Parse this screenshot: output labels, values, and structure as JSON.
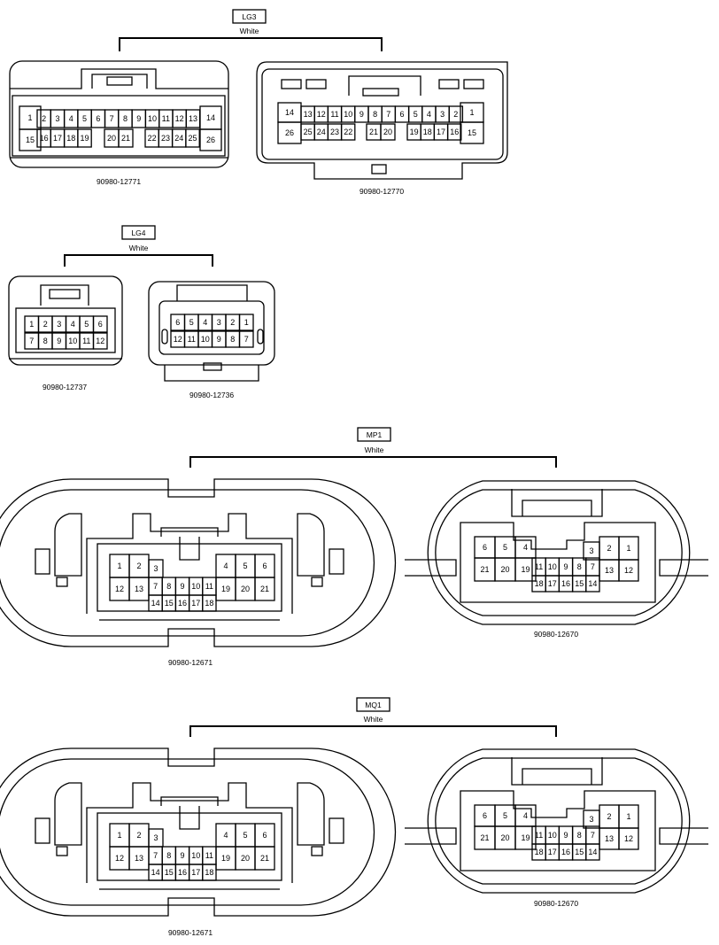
{
  "groups": [
    {
      "id": "LG3",
      "color": "White",
      "connectors": [
        {
          "part": "90980-12771",
          "rows": [
            [
              "1",
              "2",
              "3",
              "4",
              "5",
              "6",
              "7",
              "8",
              "9",
              "10",
              "11",
              "12",
              "13",
              "14"
            ],
            [
              "15",
              "16",
              "17",
              "18",
              "19",
              "20",
              "21",
              "22",
              "23",
              "24",
              "25",
              "26"
            ]
          ]
        },
        {
          "part": "90980-12770",
          "rows": [
            [
              "14",
              "13",
              "12",
              "11",
              "10",
              "9",
              "8",
              "7",
              "6",
              "5",
              "4",
              "3",
              "2",
              "1"
            ],
            [
              "26",
              "25",
              "24",
              "23",
              "22",
              "21",
              "20",
              "19",
              "18",
              "17",
              "16",
              "15"
            ]
          ]
        }
      ]
    },
    {
      "id": "LG4",
      "color": "White",
      "connectors": [
        {
          "part": "90980-12737",
          "rows": [
            [
              "1",
              "2",
              "3",
              "4",
              "5",
              "6"
            ],
            [
              "7",
              "8",
              "9",
              "10",
              "11",
              "12"
            ]
          ]
        },
        {
          "part": "90980-12736",
          "rows": [
            [
              "6",
              "5",
              "4",
              "3",
              "2",
              "1"
            ],
            [
              "12",
              "11",
              "10",
              "9",
              "8",
              "7"
            ]
          ]
        }
      ]
    },
    {
      "id": "MP1",
      "color": "White",
      "connectors": [
        {
          "part": "90980-12671",
          "rows": [
            [
              "1",
              "2",
              "3",
              "4",
              "5",
              "6"
            ],
            [
              "12",
              "13",
              "7",
              "8",
              "9",
              "10",
              "11",
              "19",
              "20",
              "21"
            ],
            [
              "14",
              "15",
              "16",
              "17",
              "18"
            ]
          ]
        },
        {
          "part": "90980-12670",
          "rows": [
            [
              "6",
              "5",
              "4",
              "3",
              "2",
              "1"
            ],
            [
              "21",
              "20",
              "19",
              "11",
              "10",
              "9",
              "8",
              "7",
              "13",
              "12"
            ],
            [
              "18",
              "17",
              "16",
              "15",
              "14"
            ]
          ]
        }
      ]
    },
    {
      "id": "MQ1",
      "color": "White",
      "connectors": [
        {
          "part": "90980-12671",
          "rows": [
            [
              "1",
              "2",
              "3",
              "4",
              "5",
              "6"
            ],
            [
              "12",
              "13",
              "7",
              "8",
              "9",
              "10",
              "11",
              "19",
              "20",
              "21"
            ],
            [
              "14",
              "15",
              "16",
              "17",
              "18"
            ]
          ]
        },
        {
          "part": "90980-12670",
          "rows": [
            [
              "6",
              "5",
              "4",
              "3",
              "2",
              "1"
            ],
            [
              "21",
              "20",
              "19",
              "11",
              "10",
              "9",
              "8",
              "7",
              "13",
              "12"
            ],
            [
              "18",
              "17",
              "16",
              "15",
              "14"
            ]
          ]
        }
      ]
    }
  ]
}
